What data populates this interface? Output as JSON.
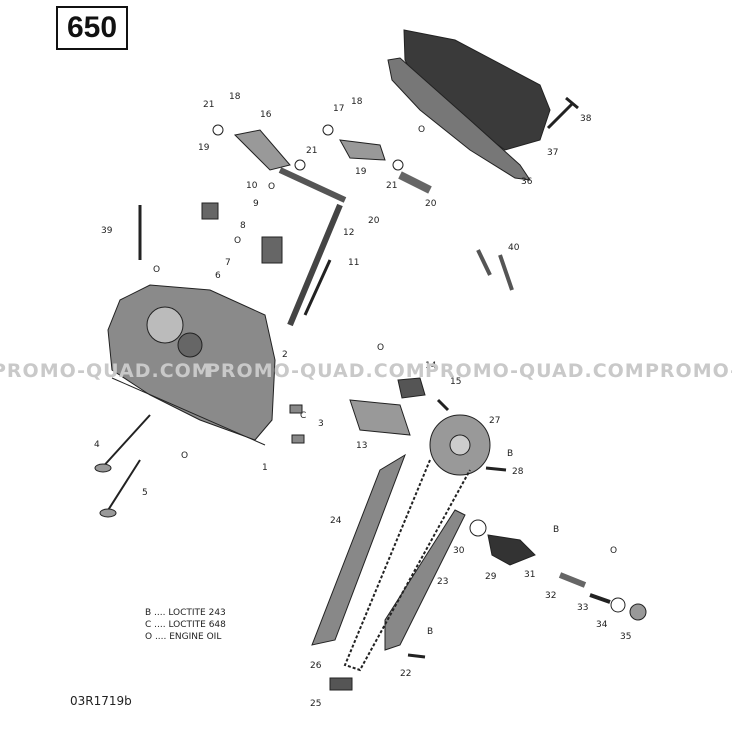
{
  "badge": "650",
  "watermarks": [
    "PROMO-QUAD.COM",
    "PROMO-QUAD.COM",
    "PROMO-QUAD.COM",
    "PROMO-Q"
  ],
  "legend": {
    "b": "B .... LOCTITE 243",
    "c": "C .... LOCTITE 648",
    "o": "O .... ENGINE OIL"
  },
  "doc_number": "03R1719b",
  "callouts": [
    "1",
    "2",
    "3",
    "4",
    "5",
    "6",
    "7",
    "8",
    "9",
    "10",
    "11",
    "12",
    "13",
    "14",
    "15",
    "16",
    "17",
    "18",
    "19",
    "20",
    "21",
    "22",
    "23",
    "24",
    "25",
    "26",
    "27",
    "28",
    "29",
    "30",
    "31",
    "32",
    "33",
    "34",
    "35",
    "36",
    "37",
    "38",
    "39",
    "40"
  ],
  "marks": {
    "o": "O",
    "b": "B",
    "c": "C"
  },
  "colors": {
    "line": "#222222",
    "part_fill": "#555555",
    "watermark": "#c9c9c9"
  }
}
